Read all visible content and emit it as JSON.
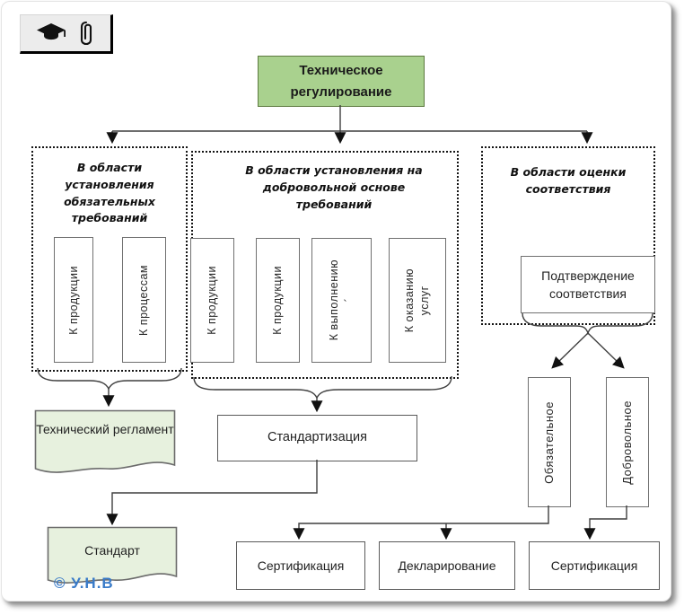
{
  "toolbar": {
    "icons": [
      {
        "name": "graduation-cap"
      },
      {
        "name": "paperclip"
      }
    ]
  },
  "root": {
    "label": "Техническое регулирование"
  },
  "areas": {
    "mandatory": {
      "title": "В области установления обязательных требований",
      "items": [
        "К продукции",
        "К процессам"
      ]
    },
    "voluntary": {
      "title": "В области установления на добровольной основе требований",
      "items": [
        "К продукции",
        "К продукции",
        "К выполнению\n´",
        "К оказанию\nуслуг"
      ]
    },
    "conformity": {
      "title": "В области оценки соответствия",
      "confirmation": "Подтверждение соответствия",
      "types": [
        "Обязательное",
        "Добровольное"
      ]
    }
  },
  "outcomes": {
    "tech_regulation_doc": "Технический регламент",
    "standardization": "Стандартизация",
    "standard_doc": "Стандарт",
    "certification_left": "Сертификация",
    "declaration": "Декларирование",
    "certification_right": "Сертификация"
  },
  "footer": {
    "copyright": "© У.Н.В"
  },
  "colors": {
    "root_fill": "#a9d18e",
    "doc_fill": "#e7f1de",
    "line": "#3f3f3f",
    "copyright_blue": "#3a7bc8"
  }
}
